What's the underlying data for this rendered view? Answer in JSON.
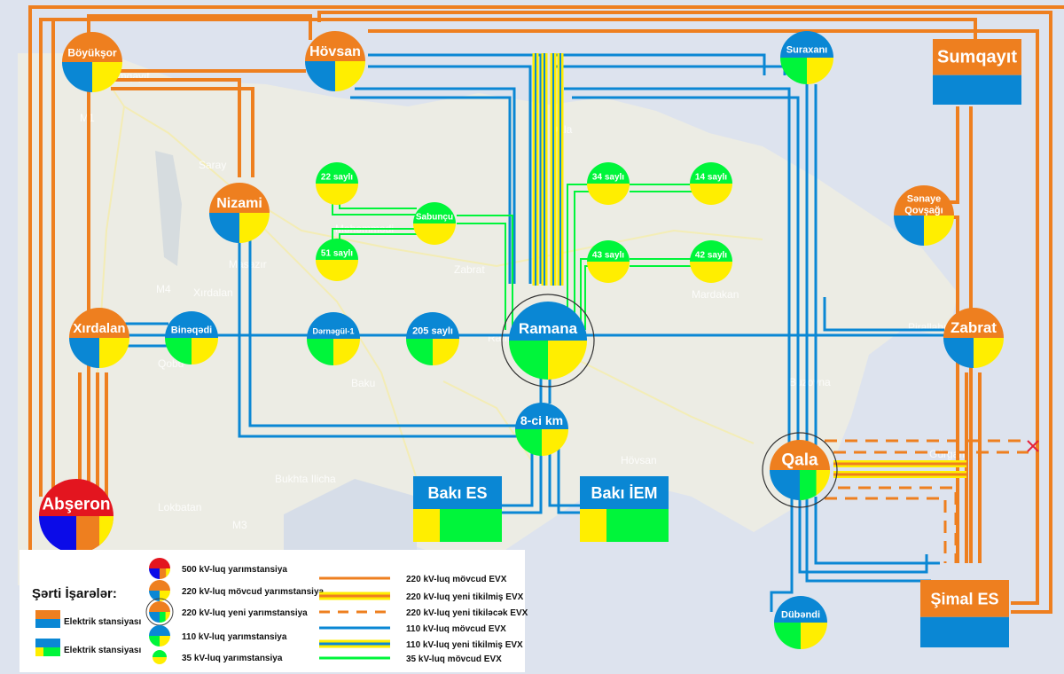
{
  "colors": {
    "orange": "#EE7F1F",
    "blue": "#0A87D4",
    "yellow": "#FFEE00",
    "green": "#00F53A",
    "red": "#E3151F",
    "darkblue": "#0B0BE8",
    "sea": "#DDE3EE",
    "land": "#EEEEE6",
    "road": "#F6EFA8",
    "cross": "#E5213A"
  },
  "map_labels": [
    "Sumqayıt",
    "M1",
    "Saray",
    "Məhəmmədi",
    "Masazır",
    "M4",
    "Xırdalan",
    "Qobu",
    "Baku",
    "Bukhta Ilicha",
    "Lokbatan",
    "M3",
    "Zabrat",
    "Mardakan",
    "Hövsan",
    "Pirallahı",
    "Gürgan",
    "Qala",
    "Buzovna",
    "Ramana"
  ],
  "substations": [
    {
      "id": "abseron",
      "label": "Abşeron",
      "type": "500kV"
    },
    {
      "id": "boyuksor",
      "label": "Böyükşor",
      "type": "220kV"
    },
    {
      "id": "hovsan",
      "label": "Hövsan",
      "type": "220kV"
    },
    {
      "id": "nizami",
      "label": "Nizami",
      "type": "220kV"
    },
    {
      "id": "xirdalan",
      "label": "Xırdalan",
      "type": "220kV"
    },
    {
      "id": "senaye",
      "label": "Sənaye Qovşağı",
      "label1": "Sənaye",
      "label2": "Qovşağı",
      "type": "220kV"
    },
    {
      "id": "zabrat",
      "label": "Zabrat",
      "type": "220kV"
    },
    {
      "id": "qala",
      "label": "Qala",
      "type": "220kV-new"
    },
    {
      "id": "ramana",
      "label": "Ramana",
      "type": "110kV-ring"
    },
    {
      "id": "suraxani",
      "label": "Suraxanı",
      "type": "110kV"
    },
    {
      "id": "bineqedi",
      "label": "Binəqədi",
      "type": "110kV"
    },
    {
      "id": "dernegul",
      "label": "Dərnəgül-1",
      "type": "110kV"
    },
    {
      "id": "s205",
      "label": "205 saylı",
      "type": "110kV"
    },
    {
      "id": "km8",
      "label": "8-ci km",
      "type": "110kV"
    },
    {
      "id": "dubendi",
      "label": "Dübəndi",
      "type": "110kV"
    },
    {
      "id": "s22",
      "label": "22 saylı",
      "type": "35kV"
    },
    {
      "id": "s51",
      "label": "51 saylı",
      "type": "35kV"
    },
    {
      "id": "sabuncu",
      "label": "Sabunçu",
      "type": "35kV"
    },
    {
      "id": "s34",
      "label": "34 saylı",
      "type": "35kV"
    },
    {
      "id": "s14",
      "label": "14 saylı",
      "type": "35kV"
    },
    {
      "id": "s43",
      "label": "43 saylı",
      "type": "35kV"
    },
    {
      "id": "s42",
      "label": "42 saylı",
      "type": "35kV"
    }
  ],
  "power_stations": [
    {
      "id": "sumqayit",
      "label": "Sumqayıt",
      "style": "orange-blue"
    },
    {
      "id": "simal",
      "label": "Şimal ES",
      "style": "orange-blue"
    },
    {
      "id": "bakies",
      "label": "Bakı ES",
      "style": "blue-yellow-green"
    },
    {
      "id": "bakiiem",
      "label": "Bakı İEM",
      "style": "blue-yellow-green"
    }
  ],
  "legend": {
    "title": "Şərti İşarələr:",
    "station_items": [
      {
        "icon": "power-station-orange-blue-icon",
        "label": "Elektrik stansiyası"
      },
      {
        "icon": "power-station-blue-green-icon",
        "label": "Elektrik stansiyası"
      }
    ],
    "substation_items": [
      {
        "icon": "substation-500kv-icon",
        "label": "500 kV-luq yarımstansiya"
      },
      {
        "icon": "substation-220kv-icon",
        "label": "220 kV-luq mövcud yarımstansiya"
      },
      {
        "icon": "substation-220kv-new-icon",
        "label": "220 kV-luq yeni yarımstansiya"
      },
      {
        "icon": "substation-110kv-icon",
        "label": "110 kV-luq yarımstansiya"
      },
      {
        "icon": "substation-35kv-icon",
        "label": "35 kV-luq yarımstansiya"
      }
    ],
    "line_items": [
      {
        "style": "orange",
        "label": "220 kV-luq mövcud EVX"
      },
      {
        "style": "orange-yellow",
        "label": "220 kV-luq yeni tikilmiş EVX"
      },
      {
        "style": "orange-dashed",
        "label": "220 kV-luq yeni tikiləcək EVX"
      },
      {
        "style": "blue",
        "label": "110 kV-luq mövcud EVX"
      },
      {
        "style": "blue-yellow",
        "label": "110 kV-luq yeni tikilmiş EVX"
      },
      {
        "style": "green",
        "label": "35 kV-luq mövcud EVX"
      }
    ]
  }
}
